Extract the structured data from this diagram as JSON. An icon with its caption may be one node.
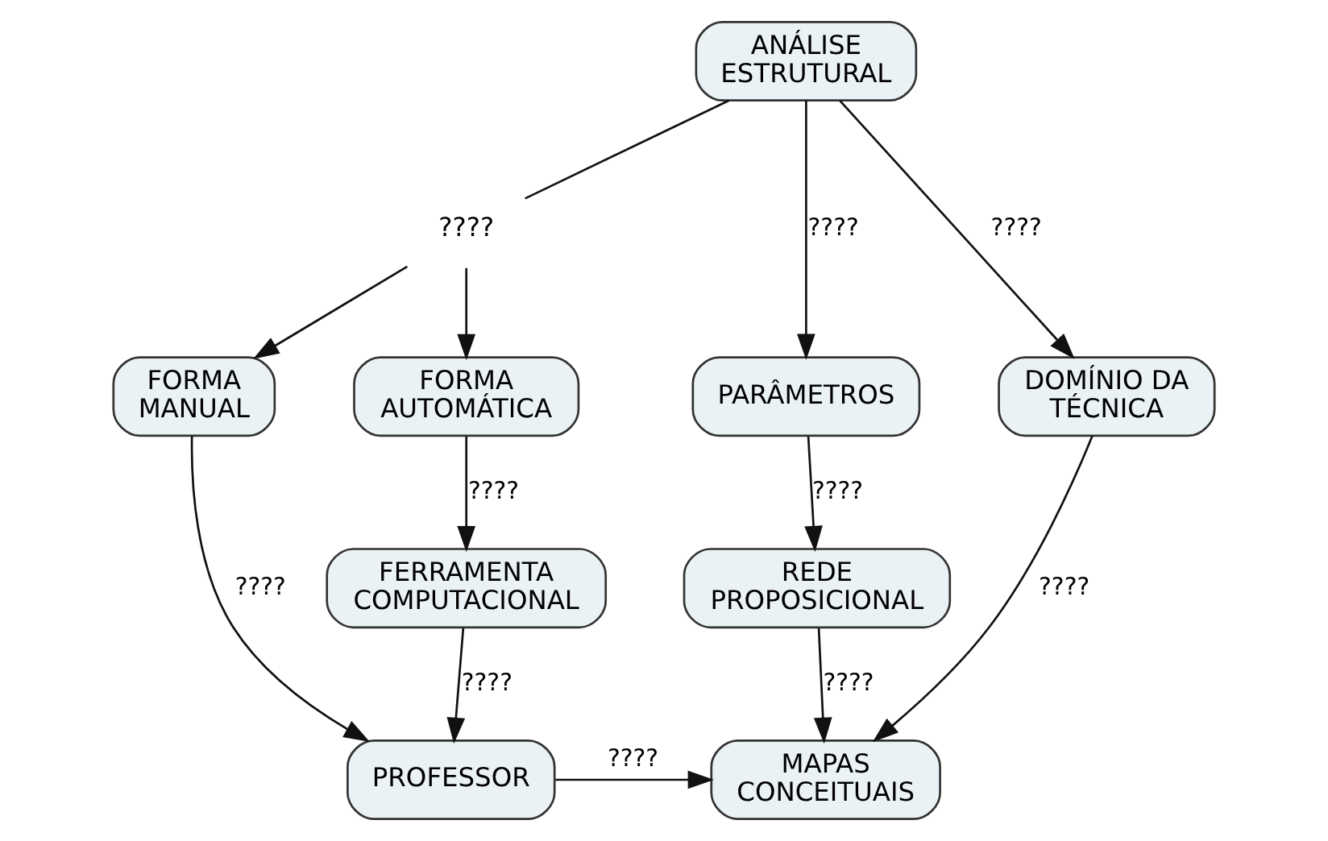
{
  "diagram": {
    "nodes": [
      {
        "text": [
          "ANÁLISE ESTRUTURAL"
        ]
      },
      {
        "text": [
          "PARÂMETROS"
        ]
      },
      {
        "text": [
          "DOMÍNIO DA TÉCNICA"
        ]
      },
      {
        "text": [
          "????"
        ]
      },
      {
        "text": [
          "FORMA MANUAL"
        ]
      },
      {
        "text": [
          "FORMA AUTOMÁTICA"
        ]
      },
      {
        "text": [
          "REDE PROPOSICIONAL"
        ]
      },
      {
        "text": [
          "FERRAMENTA COMPUTACIONAL"
        ]
      },
      {
        "text": [
          "MAPAS CONCEITUAIS"
        ]
      },
      {
        "text": [
          "PROFESSOR"
        ]
      }
    ],
    "edges": [
      {
        "from": 0,
        "to": 1,
        "arrow": "to",
        "label": "????"
      },
      {
        "from": 0,
        "to": 2,
        "arrow": "to",
        "label": "????"
      },
      {
        "from": 0,
        "to": 3,
        "arrow": "none"
      },
      {
        "from": 3,
        "to": 4,
        "arrow": "to"
      },
      {
        "from": 3,
        "to": 5,
        "arrow": "to"
      },
      {
        "from": 1,
        "to": 6,
        "arrow": "to",
        "label": "????"
      },
      {
        "from": 2,
        "to": 8,
        "arrow": "to",
        "label": "????"
      },
      {
        "from": 4,
        "to": 9,
        "arrow": "to",
        "label": "????"
      },
      {
        "from": 5,
        "to": 7,
        "arrow": "to",
        "label": "????"
      },
      {
        "from": 6,
        "to": 8,
        "arrow": "to",
        "label": "????"
      },
      {
        "from": 7,
        "to": 9,
        "arrow": "to",
        "label": "????"
      },
      {
        "from": 9,
        "to": 8,
        "arrow": "to",
        "label": "????"
      }
    ]
  }
}
